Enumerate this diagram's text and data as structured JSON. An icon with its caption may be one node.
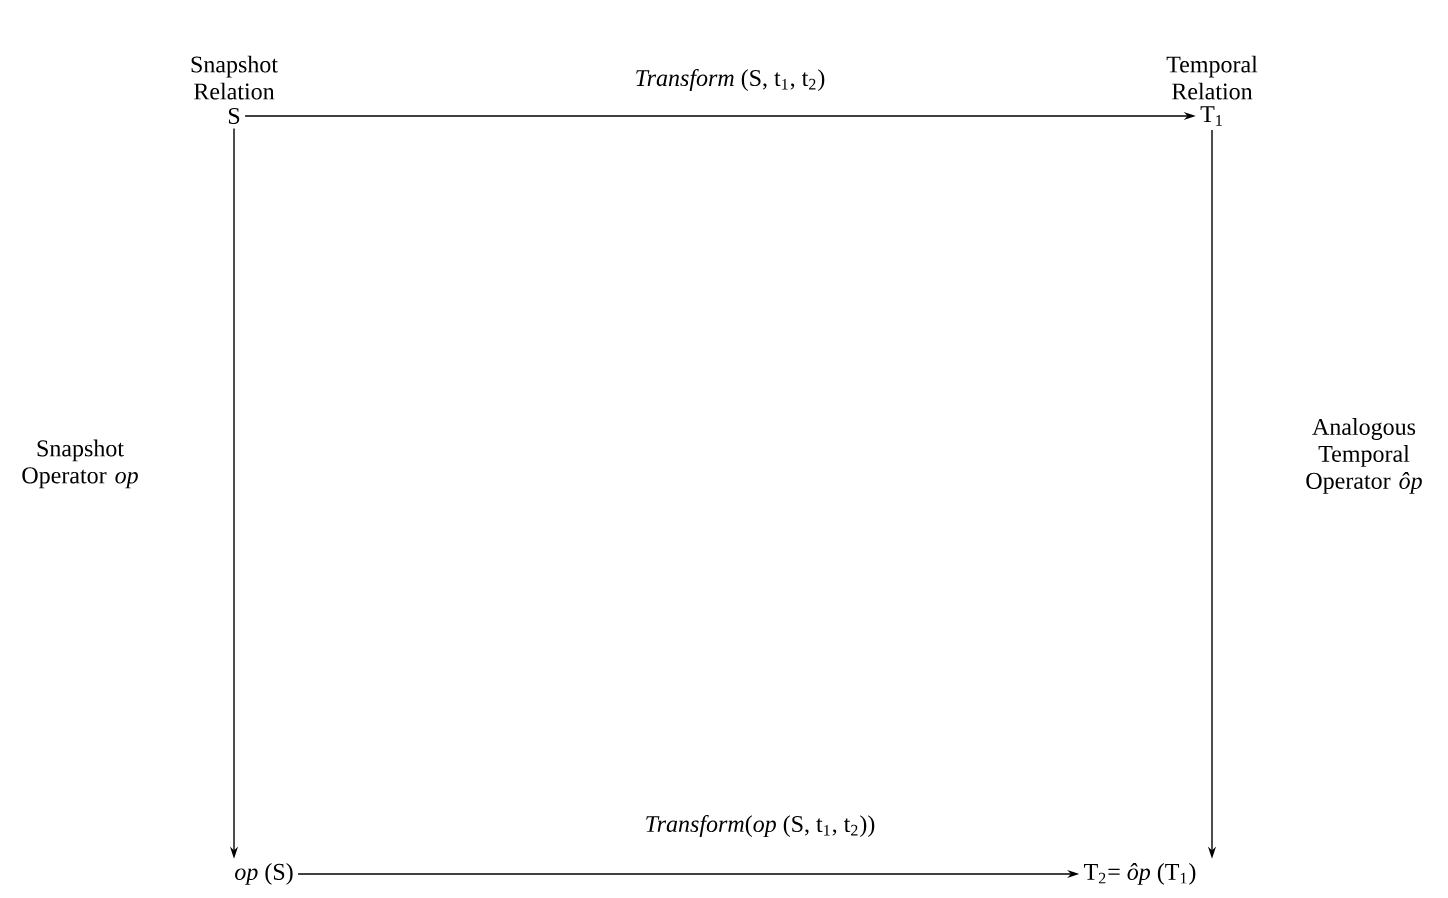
{
  "diagram": {
    "nodes": [
      {
        "text": [
          "Snapshot Relation",
          "S"
        ]
      },
      {
        "text": [
          "Temporal Relation",
          "T$_{1}$"
        ]
      },
      {
        "text": [
          "*op* (S)"
        ]
      },
      {
        "text": [
          "T$_{2}$= *ôp* (T$_{1}$)"
        ]
      }
    ],
    "edges": [
      {
        "from": 0,
        "to": 1,
        "arrow": "to",
        "label": "*Transform* (S, t$_{1}$, t$_{2}$)"
      },
      {
        "from": 0,
        "to": 2,
        "arrow": "to",
        "label": "Snapshot Operator *op*"
      },
      {
        "from": 1,
        "to": 3,
        "arrow": "to",
        "label": "Analogous Temporal Operator *ôp*"
      },
      {
        "from": 2,
        "to": 3,
        "arrow": "to",
        "label": "*Transform*(*op* (S, t$_{1}$, t$_{2}$))"
      }
    ]
  }
}
